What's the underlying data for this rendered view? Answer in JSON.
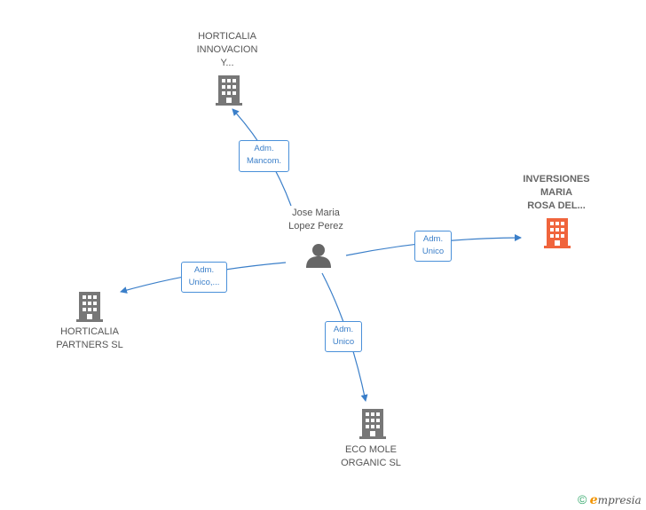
{
  "center_person": {
    "name": "Jose Maria\nLopez Perez",
    "icon": "person-icon"
  },
  "companies": [
    {
      "id": "horticalia-innovacion",
      "name": "HORTICALIA\nINNOVACION\nY...",
      "icon": "building-icon",
      "color": "#777777"
    },
    {
      "id": "inversiones-maria",
      "name": "INVERSIONES\nMARIA\nROSA DEL...",
      "icon": "building-icon",
      "color": "#f0643c",
      "highlight": true
    },
    {
      "id": "horticalia-partners",
      "name": "HORTICALIA\nPARTNERS SL",
      "icon": "building-icon",
      "color": "#777777"
    },
    {
      "id": "eco-mole",
      "name": "ECO MOLE\nORGANIC SL",
      "icon": "building-icon",
      "color": "#777777"
    }
  ],
  "relations": [
    {
      "to": "horticalia-innovacion",
      "label": "Adm.\nMancom."
    },
    {
      "to": "inversiones-maria",
      "label": "Adm.\nUnico"
    },
    {
      "to": "horticalia-partners",
      "label": "Adm.\nUnico,..."
    },
    {
      "to": "eco-mole",
      "label": "Adm.\nUnico"
    }
  ],
  "edge_color": "#3b7fc9",
  "brand": {
    "copyright": "©",
    "name_initial": "e",
    "name_rest": "mpresia"
  }
}
